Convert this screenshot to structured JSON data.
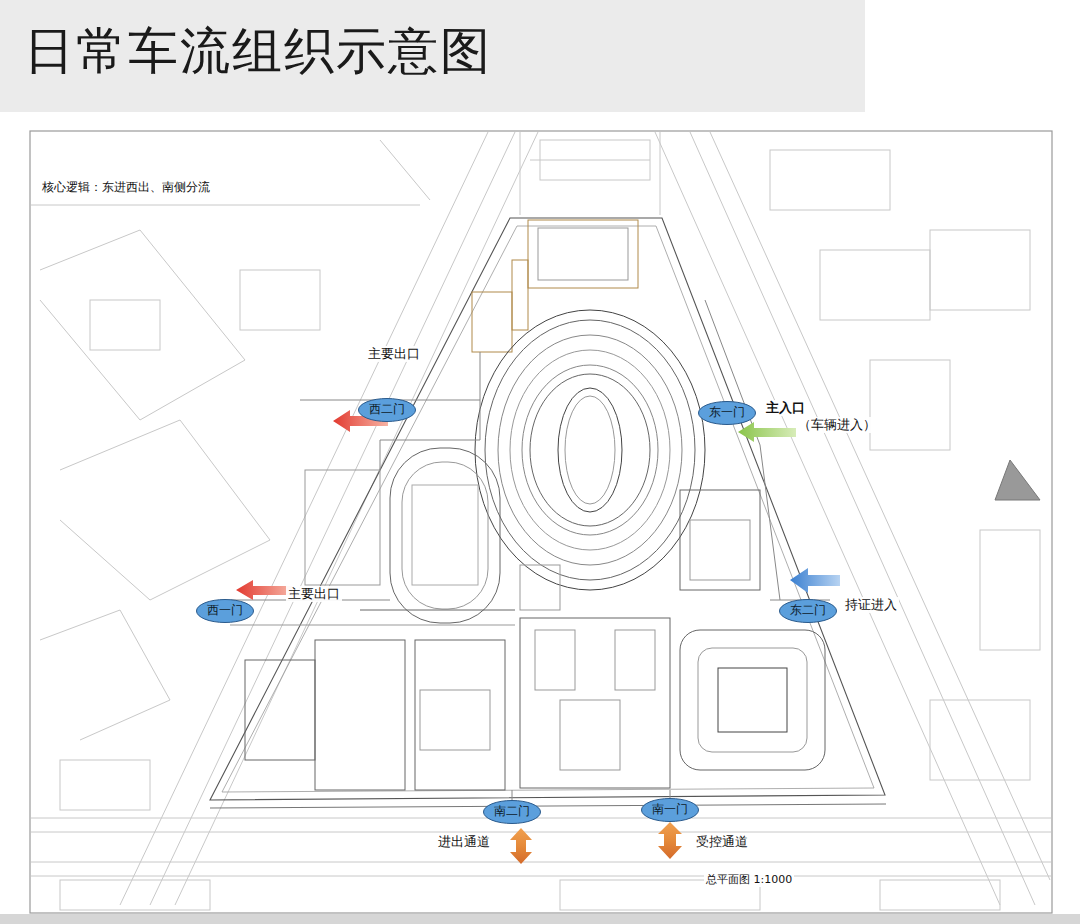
{
  "diagram": {
    "title": "日常车流组织示意图",
    "nodes": [
      {
        "text": [
          "西二门"
        ]
      },
      {
        "text": [
          "东一门"
        ]
      },
      {
        "text": [
          "西一门"
        ]
      },
      {
        "text": [
          "东二门"
        ]
      },
      {
        "text": [
          "南二门"
        ]
      },
      {
        "text": [
          "南一门"
        ]
      }
    ],
    "labels": [
      "核心逻辑：东进西出、南侧分流",
      "主要出口",
      "主入口",
      "（车辆进入）",
      "主要出口",
      "持证进入",
      "进出通道",
      "受控通道",
      "总平面图 1:1000"
    ]
  }
}
